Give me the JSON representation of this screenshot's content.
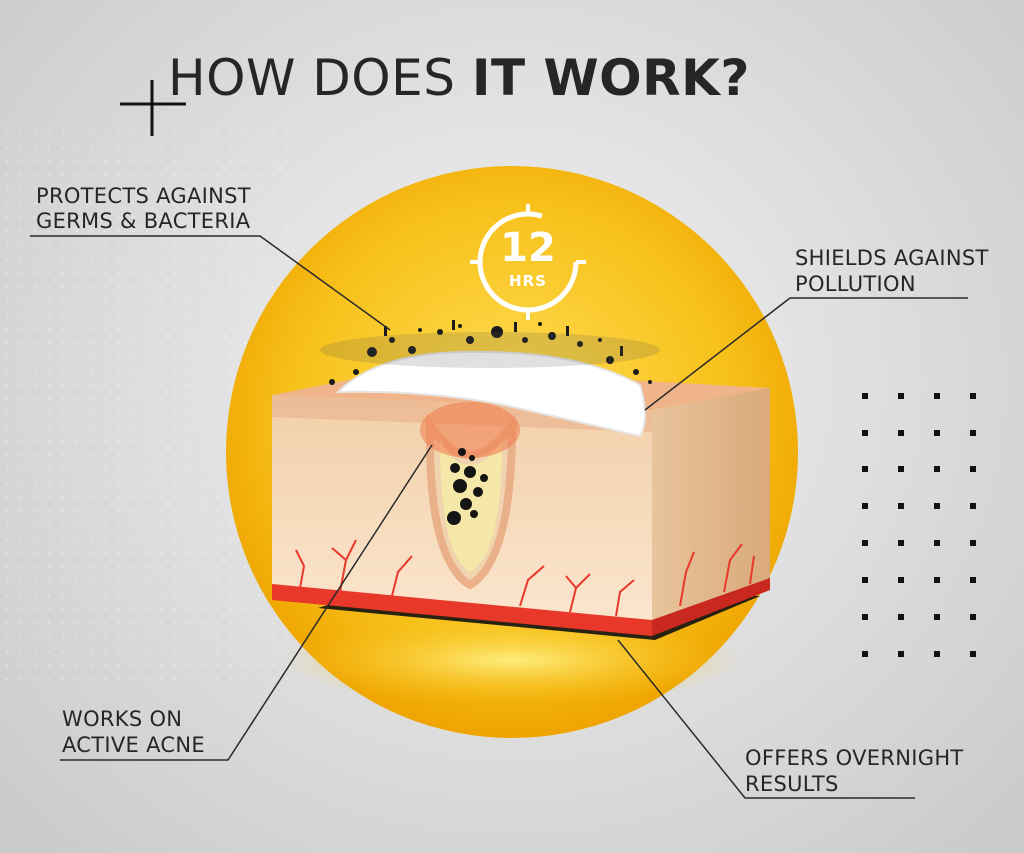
{
  "header": {
    "title_regular": "HOW DOES ",
    "title_bold": "IT WORK?"
  },
  "badge": {
    "number": "12",
    "unit": "HRS"
  },
  "callouts": {
    "germs": {
      "line1": "PROTECTS AGAINST",
      "line2": "GERMS & BACTERIA"
    },
    "pollution": {
      "line1": "SHIELDS AGAINST",
      "line2": "POLLUTION"
    },
    "acne": {
      "line1": "WORKS ON",
      "line2": "ACTIVE ACNE"
    },
    "overnight": {
      "line1": "OFFERS OVERNIGHT",
      "line2": "RESULTS"
    }
  },
  "colors": {
    "circle_center": "#ffd640",
    "circle_edge": "#f2a800",
    "skin": "#f6d8b8",
    "vein": "#e8382a",
    "text": "#262626"
  }
}
